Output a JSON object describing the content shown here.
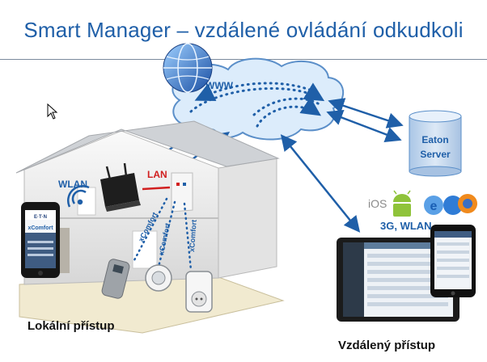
{
  "slide": {
    "title": "Smart Manager – vzdálené ovládání odkudkoli",
    "cloud_label": "WWW",
    "server_label_line1": "Eaton",
    "server_label_line2": "Server",
    "wlan_label": "WLAN",
    "lan_label": "LAN",
    "mobile_label": "3G, WLAN",
    "ios_label": "iOS",
    "local_access_label": "Lokální přístup",
    "remote_access_label": "Vzdálený přístup",
    "phone_brand": "E·T·N",
    "phone_app_label": "xComfort",
    "xcomfort_link_label": "xComfort",
    "colors": {
      "title": "#1f5fa8",
      "cloud_fill": "#dcecfb",
      "cloud_stroke": "#5b8fc9",
      "arrow": "#1f5fa8",
      "server": "#c5d9ef",
      "lan_red": "#d11f1f"
    },
    "icons": [
      "globe-icon",
      "cloud-icon",
      "server-icon",
      "router-icon",
      "wifi-icon",
      "android-icon",
      "browser-icons",
      "cursor-icon",
      "phone-icon",
      "tablet-icon"
    ]
  }
}
